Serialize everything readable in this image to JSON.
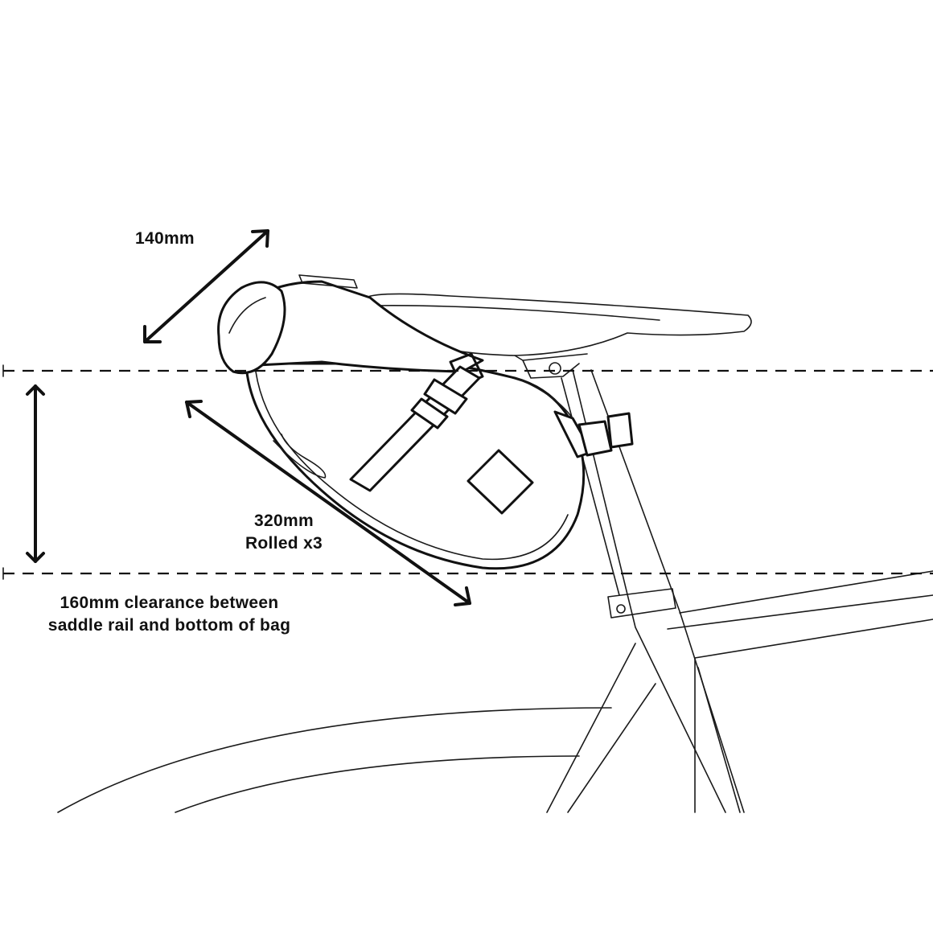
{
  "dimensions": {
    "width_label": "140mm",
    "length_label_line1": "320mm",
    "length_label_line2": "Rolled x3",
    "clearance_line1": "160mm clearance between",
    "clearance_line2": "saddle rail and bottom of bag"
  },
  "colors": {
    "line": "#111111",
    "background": "#ffffff"
  },
  "icons": {
    "saddle": "saddle-outline",
    "seat_bag": "seat-bag-outline",
    "bike_frame": "bike-frame-outline",
    "wheel": "wheel-arc-outline"
  }
}
